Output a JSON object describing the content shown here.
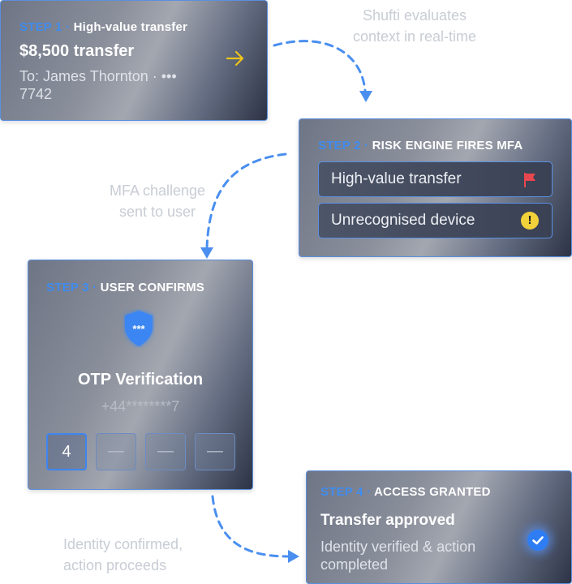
{
  "steps": [
    {
      "num": "STEP 1",
      "sep": "·",
      "title": "High-value transfer"
    },
    {
      "num": "STEP 2",
      "sep": "·",
      "title": "RISK ENGINE FIRES MFA"
    },
    {
      "num": "STEP 3",
      "sep": "·",
      "title": "USER CONFIRMS"
    },
    {
      "num": "STEP 4",
      "sep": "·",
      "title": "ACCESS GRANTED"
    }
  ],
  "transfer": {
    "amount": "$8,500 transfer",
    "recipient": "To: James Thornton · ••• 7742"
  },
  "risk": {
    "signals": [
      {
        "label": "High-value transfer",
        "icon": "flag-icon"
      },
      {
        "label": "Unrecognised device",
        "icon": "warning-icon",
        "glyph": "!"
      }
    ]
  },
  "otp": {
    "shield_text": "***",
    "title": "OTP Verification",
    "sent_to": "+44********7",
    "digits": [
      "4",
      "—",
      "—",
      "—"
    ]
  },
  "grant": {
    "title": "Transfer approved",
    "detail": "Identity verified & action completed"
  },
  "captions": {
    "evaluate": "Shufti evaluates context in real-time",
    "challenge": "MFA challenge sent to user",
    "confirmed": "Identity confirmed, action proceeds"
  },
  "colors": {
    "accent": "#3f8cf0",
    "flag": "#e9474f",
    "warning": "#f2d23a",
    "check": "#2f7df2"
  }
}
